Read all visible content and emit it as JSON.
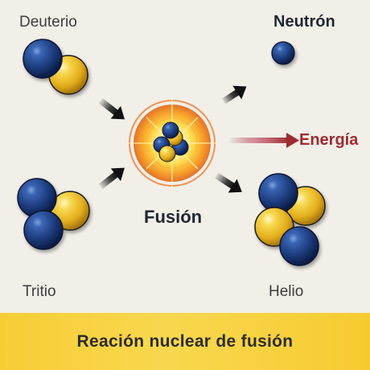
{
  "labels": {
    "deuterium": "Deuterio",
    "tritium": "Tritio",
    "fusion": "Fusión",
    "neutron": "Neutrón",
    "energy": "Energía",
    "helium": "Helio"
  },
  "footer": {
    "title": "Reación nuclear de fusión"
  },
  "colors": {
    "background": "#f2efe8",
    "neutron_blue": "#1b3a7a",
    "proton_yellow": "#f2c72f",
    "energy_red": "#9e2a33",
    "footer_yellow": "#f7cd35",
    "title_dark": "#1f2733"
  }
}
